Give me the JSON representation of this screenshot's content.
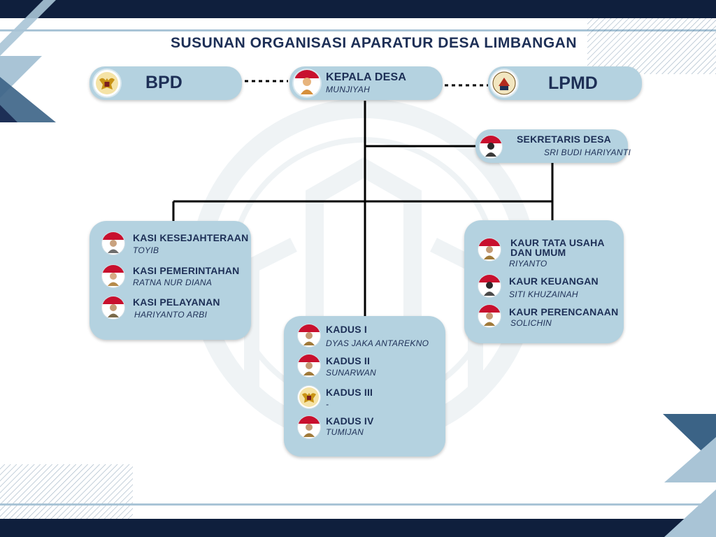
{
  "title": "SUSUNAN ORGANISASI APARATUR DESA LIMBANGAN",
  "colors": {
    "navy": "#1d2f56",
    "box": "#b4d2e0",
    "accent": "#a9c4d6",
    "steel": "#3b6386",
    "connector": "#000000"
  },
  "top": {
    "bpd": {
      "label": "BPD",
      "icon": "garuda-emblem-icon"
    },
    "kepala": {
      "role": "KEPALA DESA",
      "name": "MUNJIYAH",
      "icon": "portrait-icon"
    },
    "lpmd": {
      "label": "LPMD",
      "icon": "lpm-emblem-icon"
    }
  },
  "sekretaris": {
    "role": "SEKRETARIS DESA",
    "name": "SRI BUDI HARIYANTI",
    "icon": "portrait-icon"
  },
  "kasi": [
    {
      "role": "KASI KESEJAHTERAAN",
      "name": "TOYIB"
    },
    {
      "role": "KASI PEMERINTAHAN",
      "name": "RATNA NUR DIANA"
    },
    {
      "role": "KASI PELAYANAN",
      "name": "HARIYANTO ARBI"
    }
  ],
  "kaur": [
    {
      "role_line1": "KAUR TATA USAHA",
      "role_line2": "DAN UMUM",
      "name": "RIYANTO"
    },
    {
      "role": "KAUR KEUANGAN",
      "name": "SITI KHUZAINAH"
    },
    {
      "role": "KAUR PERENCANAAN",
      "name": "SOLICHIN"
    }
  ],
  "kadus": [
    {
      "role": "KADUS I",
      "name": "DYAS JAKA ANTAREKNO"
    },
    {
      "role": "KADUS II",
      "name": "SUNARWAN"
    },
    {
      "role": "KADUS III",
      "name": "-",
      "icon": "garuda-emblem-icon"
    },
    {
      "role": "KADUS IV",
      "name": "TUMIJAN"
    }
  ]
}
